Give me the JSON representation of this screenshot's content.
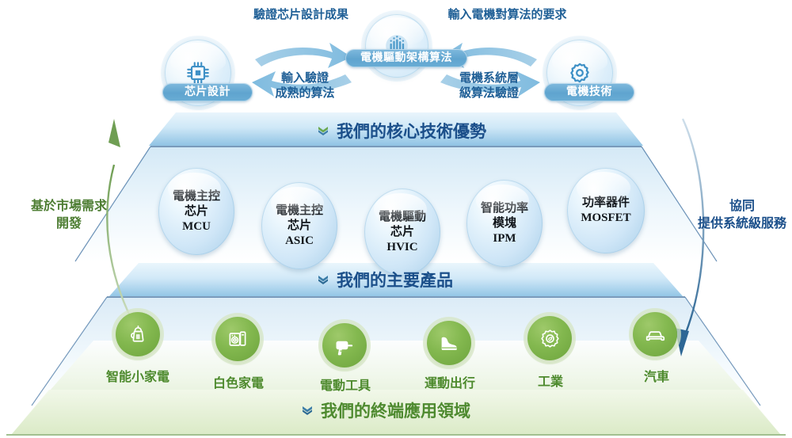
{
  "meta": {
    "accent_blue": "#1b4f8a",
    "accent_green": "#4d8a2d",
    "circle_blue": "#5fa4cf",
    "circle_green": "#83b84f"
  },
  "top_section": {
    "nodes": [
      {
        "id": "chip-design",
        "label": "芯片設計",
        "icon": "microchip-icon"
      },
      {
        "id": "motor-drive-algorithm",
        "label": "電機驅動架構算法",
        "icon": "signal-bars-icon"
      },
      {
        "id": "motor-technology",
        "label": "電機技術",
        "icon": "gear-icon"
      }
    ],
    "connector_labels": [
      {
        "id": "verify-chip-result",
        "text": "驗證芯片設計成果"
      },
      {
        "id": "input-verified-algorithm",
        "text_line1": "輸入驗證",
        "text_line2": "成熟的算法"
      },
      {
        "id": "input-motor-requirement",
        "text": "輸入電機對算法的要求"
      },
      {
        "id": "system-level-verification",
        "text_line1": "電機系統層",
        "text_line2": "級算法驗證"
      }
    ]
  },
  "banners": [
    {
      "id": "core-technology-banner",
      "label": "我們的核心技術優勢",
      "color": "blue",
      "chevron": "double-chevron-down-icon",
      "chevron_color": "green"
    },
    {
      "id": "main-products-banner",
      "label": "我們的主要產品",
      "color": "blue",
      "chevron": "double-chevron-down-icon",
      "chevron_color": "blue"
    },
    {
      "id": "end-applications-banner",
      "label": "我們的終端應用領域",
      "color": "green",
      "chevron": "double-chevron-down-icon",
      "chevron_color": "blue"
    }
  ],
  "products": [
    {
      "id": "mcu",
      "line1": "電機主控",
      "line2": "芯片",
      "line3": "MCU"
    },
    {
      "id": "asic",
      "line1": "電機主控",
      "line2": "芯片",
      "line3": "ASIC"
    },
    {
      "id": "hvic",
      "line1": "電機驅動",
      "line2": "芯片",
      "line3": "HVIC"
    },
    {
      "id": "ipm",
      "line1": "智能功率",
      "line2": "模塊",
      "line3": "IPM"
    },
    {
      "id": "mosfet",
      "line1": "功率器件",
      "line2": "MOSFET",
      "line3": ""
    }
  ],
  "applications": [
    {
      "id": "smart-small-appliance",
      "label": "智能小家電",
      "icon": "kettle-icon"
    },
    {
      "id": "white-goods",
      "label": "白色家電",
      "icon": "washing-machine-icon"
    },
    {
      "id": "power-tools",
      "label": "電動工具",
      "icon": "drill-icon"
    },
    {
      "id": "sports-mobility",
      "label": "運動出行",
      "icon": "boot-icon"
    },
    {
      "id": "industrial",
      "label": "工業",
      "icon": "gear-leaf-icon"
    },
    {
      "id": "automotive",
      "label": "汽車",
      "icon": "car-icon"
    }
  ],
  "side_arrows": {
    "left": {
      "id": "market-demand-arrow",
      "line1": "基於市場需求",
      "line2": "開發",
      "direction": "up",
      "color": "#6f9e53"
    },
    "right": {
      "id": "system-service-arrow",
      "line1": "協同",
      "line2": "提供系統級服務",
      "direction": "down",
      "color": "#2e6795"
    }
  }
}
